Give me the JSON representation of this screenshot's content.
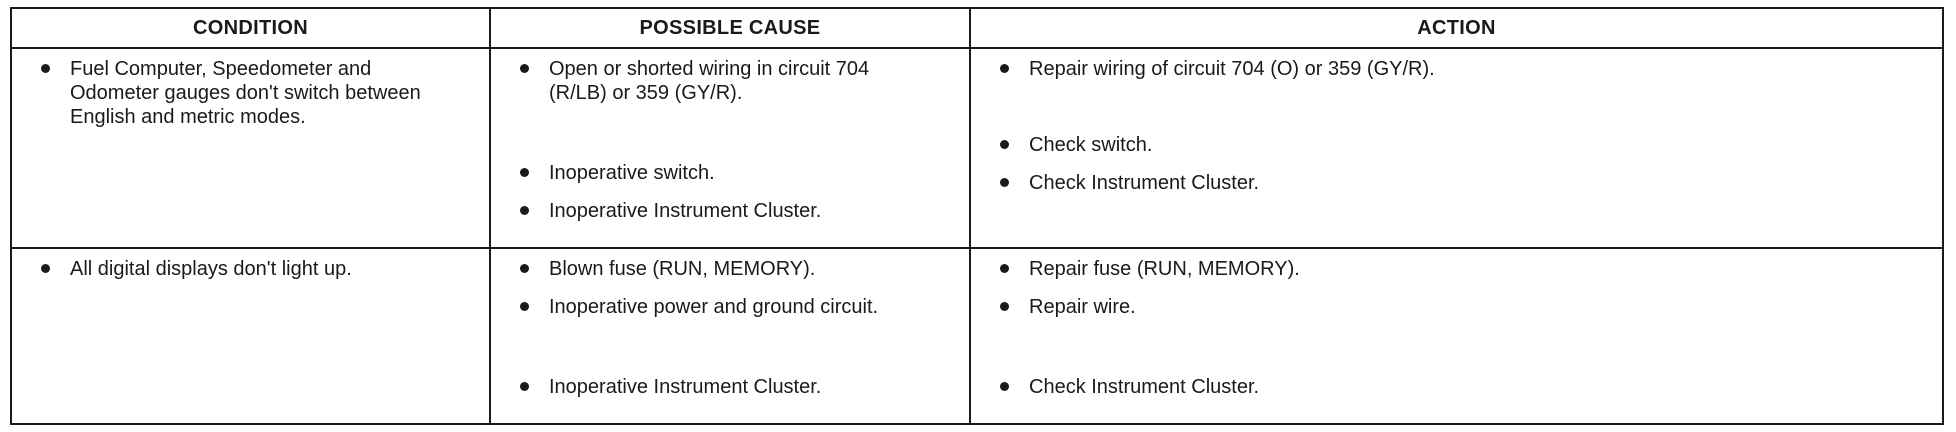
{
  "headers": {
    "condition": "CONDITION",
    "cause": "POSSIBLE CAUSE",
    "action": "ACTION"
  },
  "rows": [
    {
      "condition": "Fuel Computer, Speedometer and Odometer gauges don't switch between English and metric modes.",
      "causes": [
        "Open or shorted wiring in circuit 704 (R/LB) or 359 (GY/R).",
        "Inoperative switch.",
        "Inoperative Instrument Cluster."
      ],
      "actions": [
        "Repair wiring of circuit 704 (O) or 359 (GY/R).",
        "Check switch.",
        "Check Instrument Cluster."
      ]
    },
    {
      "condition": "All digital displays don't light up.",
      "causes": [
        "Blown fuse (RUN, MEMORY).",
        "Inoperative power and ground circuit.",
        "Inoperative Instrument Cluster."
      ],
      "actions": [
        "Repair fuse (RUN, MEMORY).",
        "Repair wire.",
        "Check Instrument Cluster."
      ]
    }
  ]
}
